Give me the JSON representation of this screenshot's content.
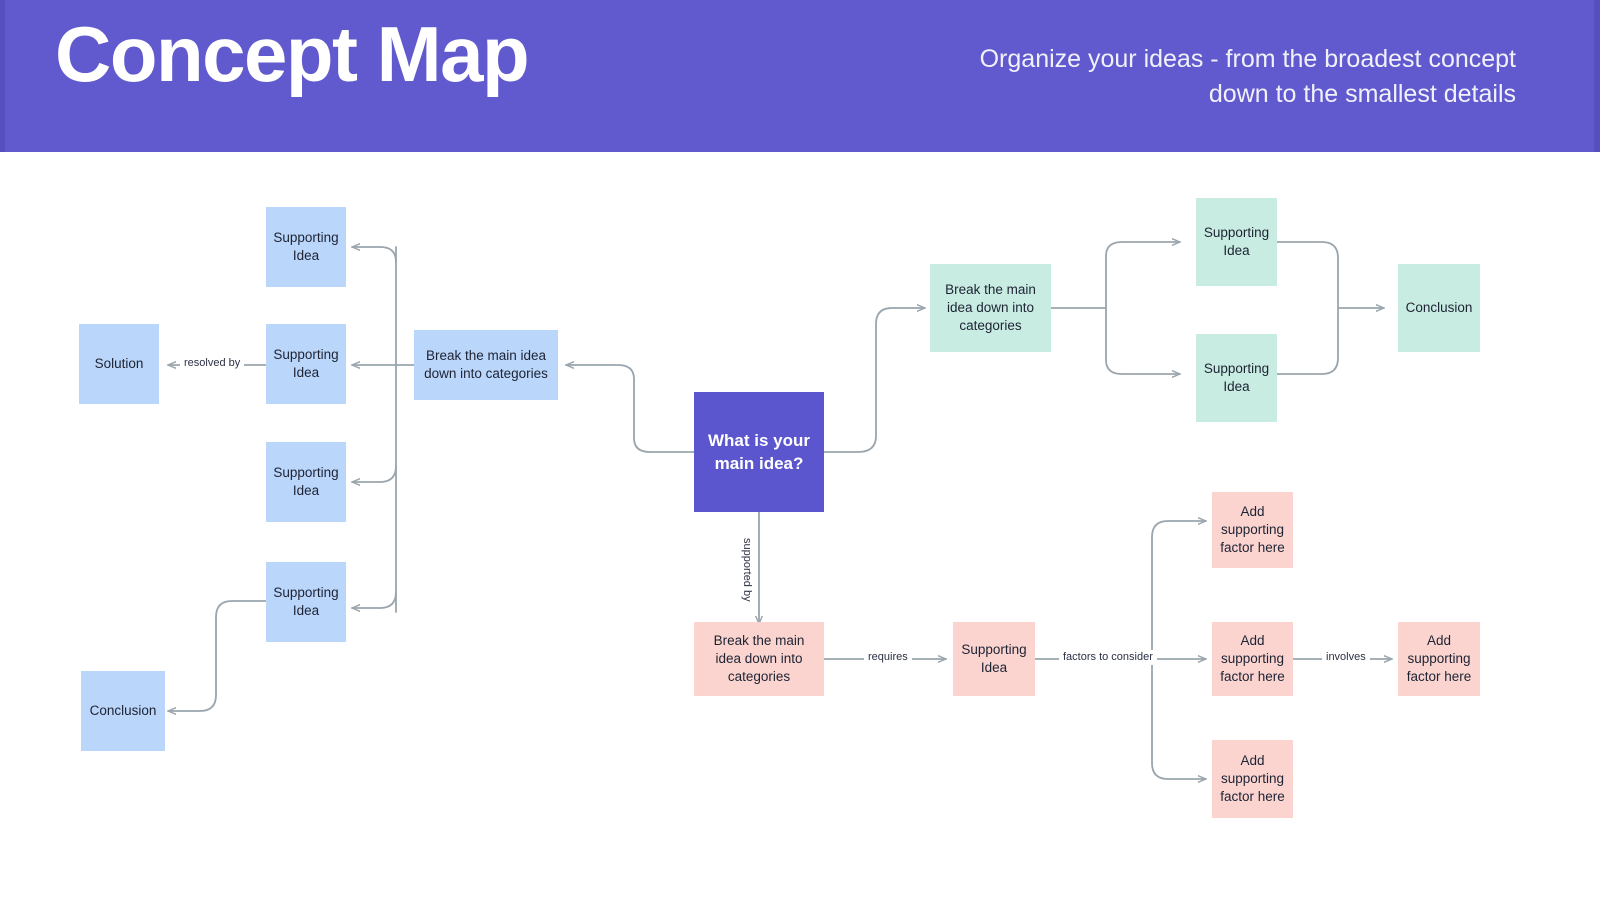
{
  "header": {
    "title": "Concept Map",
    "subtitle": "Organize your ideas - from the broadest concept down to the smallest details",
    "background_color": "#605ace",
    "title_color": "#ffffff"
  },
  "palette": {
    "purple": "#5b56ce",
    "blue": "#bad6fb",
    "green": "#c8ece2",
    "pink": "#fbd4d0",
    "edge": "#9aa5ad",
    "text": "#1d2333",
    "canvas": "#ffffff"
  },
  "nodes": {
    "center_main_idea": "What is your main idea?",
    "blue": {
      "break_down": "Break the main idea down into categories",
      "supporting_1": "Supporting Idea",
      "supporting_2": "Supporting Idea",
      "supporting_3": "Supporting Idea",
      "supporting_4": "Supporting Idea",
      "solution": "Solution",
      "conclusion": "Conclusion"
    },
    "green": {
      "break_down": "Break the main idea down into categories",
      "supporting_1": "Supporting Idea",
      "supporting_2": "Supporting Idea",
      "conclusion": "Conclusion"
    },
    "pink": {
      "break_down": "Break the main idea down into categories",
      "supporting_idea": "Supporting Idea",
      "factor_1": "Add supporting factor here",
      "factor_2": "Add supporting factor here",
      "factor_3": "Add supporting factor here",
      "factor_4": "Add supporting factor here"
    }
  },
  "edge_labels": {
    "resolved_by": "resolved by",
    "supported_by": "supported by",
    "requires": "requires",
    "factors_to_consider": "factors to consider",
    "involves": "involves"
  }
}
